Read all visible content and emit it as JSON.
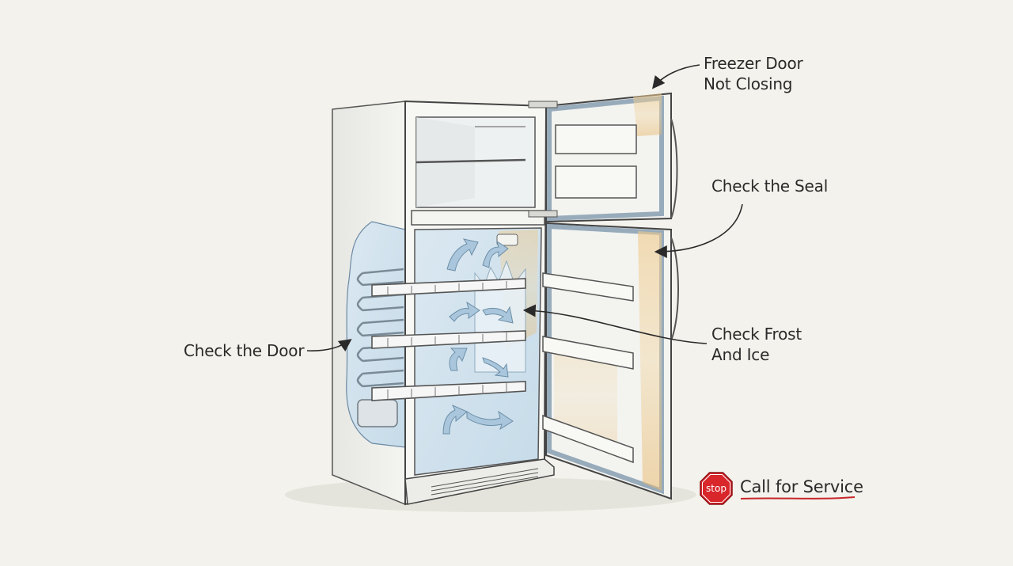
{
  "callouts": {
    "freezer_door": [
      "Freezer Door",
      "Not Closing"
    ],
    "seal": "Check the Seal",
    "frost": [
      "Check Frost",
      "And Ice"
    ],
    "door": "Check the Door",
    "service": "Call for Service"
  },
  "stop_sign": {
    "text": "stop",
    "icon": "stop-sign-icon",
    "color": "#d8262b"
  },
  "colors": {
    "background": "#f3f2ec",
    "ink": "#2a2a2a",
    "frost": "#bcd6e8",
    "warm_seal": "#e8b76a",
    "underline": "#c8262b"
  }
}
